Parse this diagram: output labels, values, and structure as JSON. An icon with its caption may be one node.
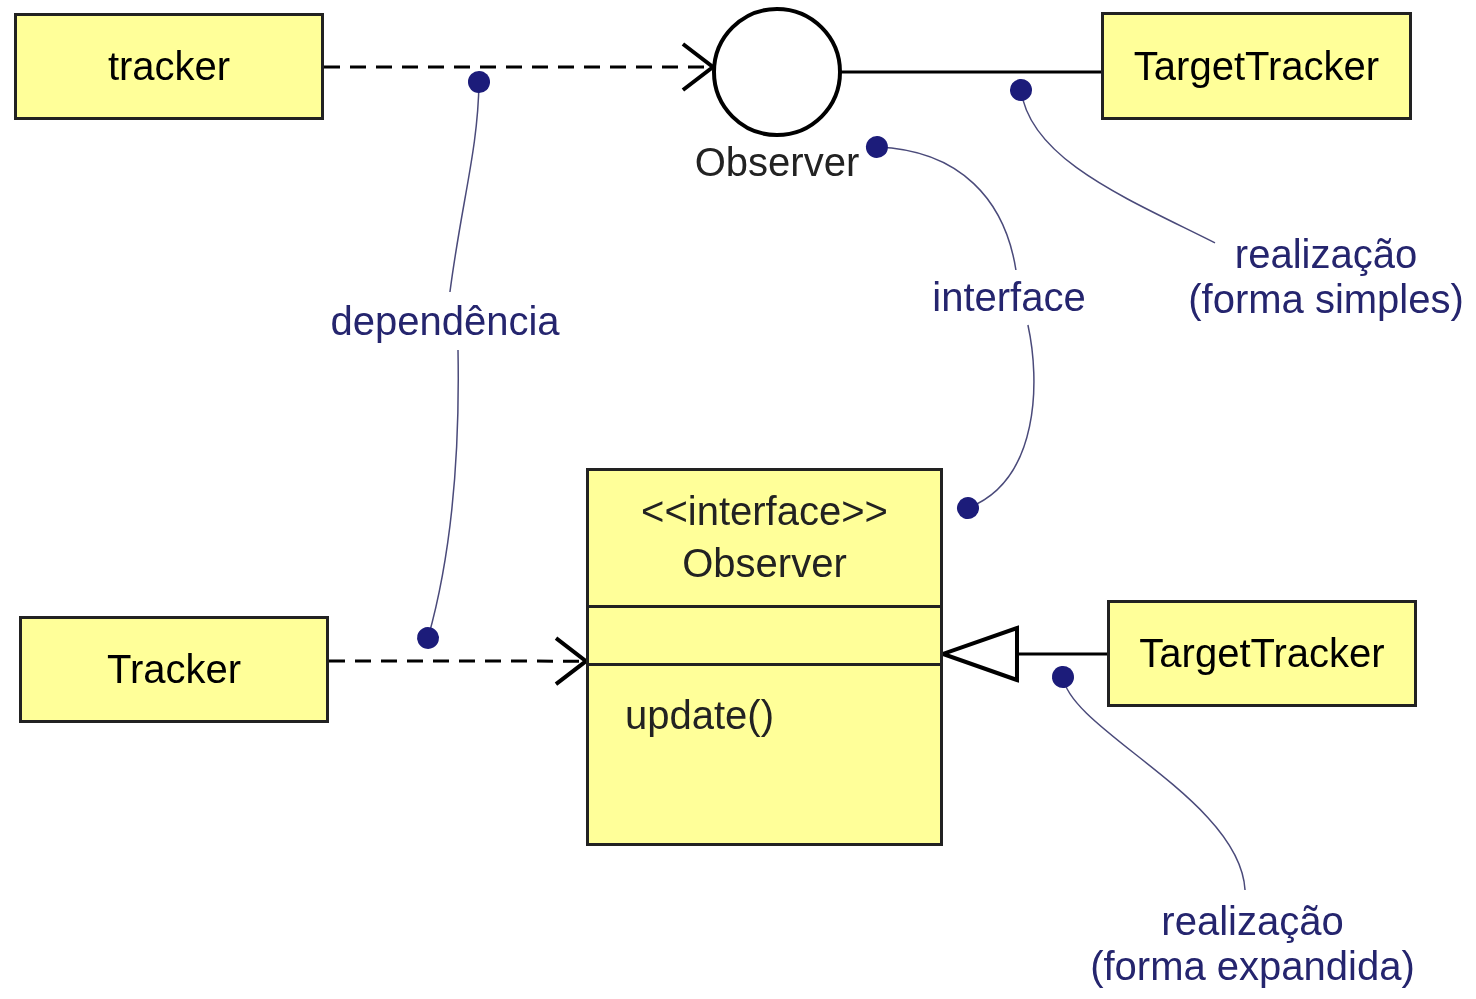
{
  "diagram": {
    "nodes": [
      {
        "text": [
          "tracker"
        ]
      },
      {
        "text": [
          "Observer"
        ]
      },
      {
        "text": [
          "TargetTracker"
        ]
      },
      {
        "text": [
          "dependência"
        ]
      },
      {
        "text": [
          "interface"
        ]
      },
      {
        "text": [
          "realização (forma simples)"
        ]
      },
      {
        "text": [
          "<<interface>> Observer",
          "update()"
        ]
      },
      {
        "text": [
          "Tracker"
        ]
      },
      {
        "text": [
          "TargetTracker"
        ]
      },
      {
        "text": [
          "realização (forma expandida)"
        ]
      }
    ],
    "edges": [
      {
        "from": 0,
        "to": 1,
        "arrow": "to",
        "style": "dashed",
        "color": "#000000"
      },
      {
        "from": 1,
        "to": 2,
        "arrow": "none",
        "color": "#000000"
      },
      {
        "from": 7,
        "to": 6,
        "arrow": "to",
        "style": "dashed",
        "color": "#000000"
      },
      {
        "from": 8,
        "to": 6,
        "arrow": "to",
        "color": "#000000"
      },
      {
        "from": 3,
        "to": null,
        "arrow": "other"
      },
      {
        "from": 3,
        "to": null,
        "arrow": "other"
      },
      {
        "from": 4,
        "to": 1,
        "arrow": "other"
      },
      {
        "from": 4,
        "to": 6,
        "arrow": "other"
      },
      {
        "from": 5,
        "to": null,
        "arrow": "other"
      },
      {
        "from": 9,
        "to": null,
        "arrow": "other"
      }
    ]
  }
}
